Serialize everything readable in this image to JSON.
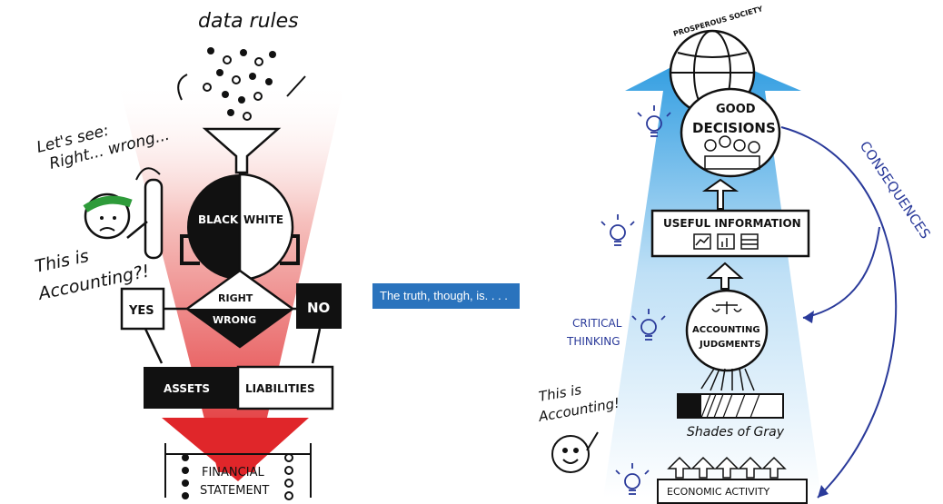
{
  "left": {
    "top_label": "data rules",
    "thinker_label_1": "Let's see:",
    "thinker_label_2": "Right... wrong...",
    "question_1": "This is",
    "question_2": "Accounting?!",
    "black_label": "BLACK",
    "white_label": "WHITE",
    "right_label": "RIGHT",
    "wrong_label": "WRONG",
    "yes_label": "YES",
    "no_label": "NO",
    "assets_label": "ASSETS",
    "liabilities_label": "LIABILITIES",
    "financial_label": "FINANCIAL",
    "statement_label": "STATEMENT"
  },
  "banner": {
    "text": "The truth, though, is. . . ."
  },
  "right": {
    "society_label": "PROSPEROUS SOCIETY",
    "good_label": "GOOD",
    "decisions_label": "DECISIONS",
    "useful_label": "USEFUL INFORMATION",
    "critical_1": "CRITICAL",
    "critical_2": "THINKING",
    "accounting_label": "ACCOUNTING",
    "judgments_label": "JUDGMENTS",
    "shades_label": "Shades of Gray",
    "this_is": "This is",
    "accounting_exclaim": "Accounting!",
    "economic_label": "ECONOMIC ACTIVITY",
    "consequences_label": "CONSEQUENCES"
  },
  "colors": {
    "red": "#e0262a",
    "blue": "#1e88d6",
    "banner": "#2a73bd",
    "navy": "#2a3a9a"
  }
}
